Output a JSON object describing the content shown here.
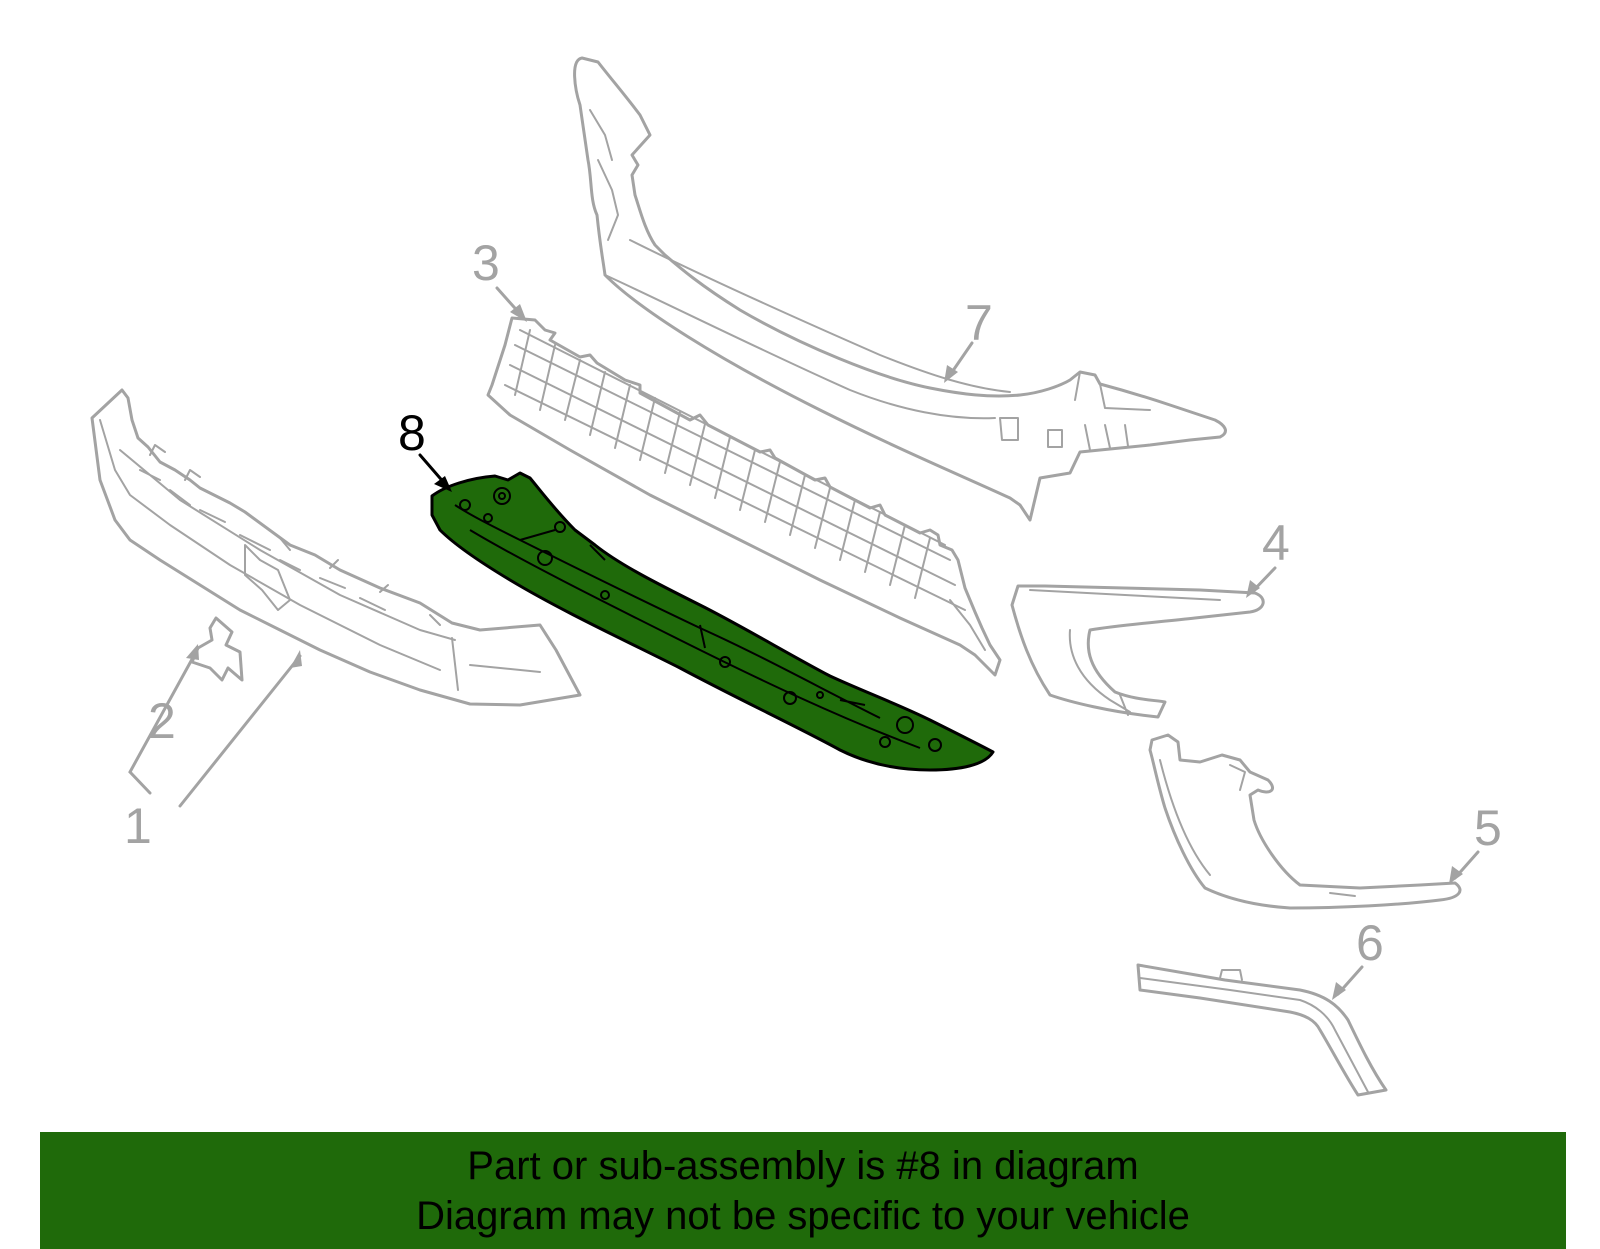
{
  "diagram": {
    "callouts": {
      "c1": "1",
      "c2": "2",
      "c3": "3",
      "c4": "4",
      "c5": "5",
      "c6": "6",
      "c7": "7",
      "c8": "8"
    },
    "highlighted_part": "8",
    "colors": {
      "highlight": "#1f6a0a",
      "part_outline": "#a3a3a3",
      "banner": "#1f6a0a"
    }
  },
  "banner": {
    "line1": "Part or sub-assembly is #8 in diagram",
    "line2": "Diagram may not be specific to your vehicle"
  }
}
